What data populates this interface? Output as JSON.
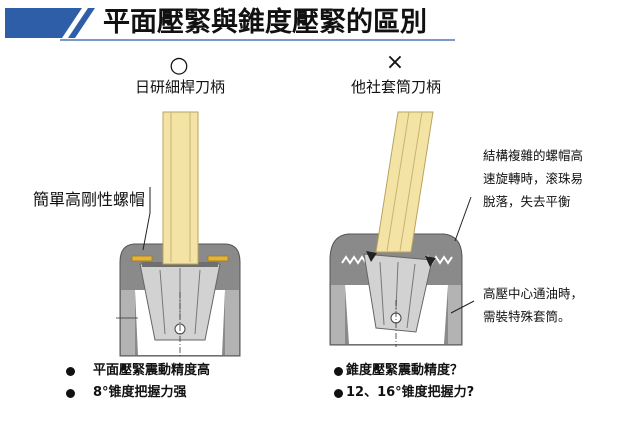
{
  "header": {
    "title": "平面壓緊與錐度壓緊的區別"
  },
  "left_panel": {
    "mark": "○",
    "label": "日研細桿刀柄",
    "callout": "簡單高剛性螺帽",
    "bullets": [
      "平面壓緊震動精度高",
      "8°锥度把握力强"
    ]
  },
  "right_panel": {
    "mark": "×",
    "label": "他社套筒刀柄",
    "note_top": [
      "結構複雜的螺帽高",
      "速旋轉時，滚珠易",
      "脫落，失去平衡"
    ],
    "note_bottom": [
      "高壓中心通油時，",
      "需裝特殊套筒。"
    ],
    "bullets": [
      "錐度壓緊震動精度？",
      "12、16°锥度把握力?"
    ]
  },
  "colors": {
    "brand": "#2f5ea8",
    "shank": "#f3e4a6",
    "body": "#8a8a8a",
    "wall": "#b3b3b3",
    "collet": "#d2d2d2",
    "washer": "#e3b33c"
  }
}
